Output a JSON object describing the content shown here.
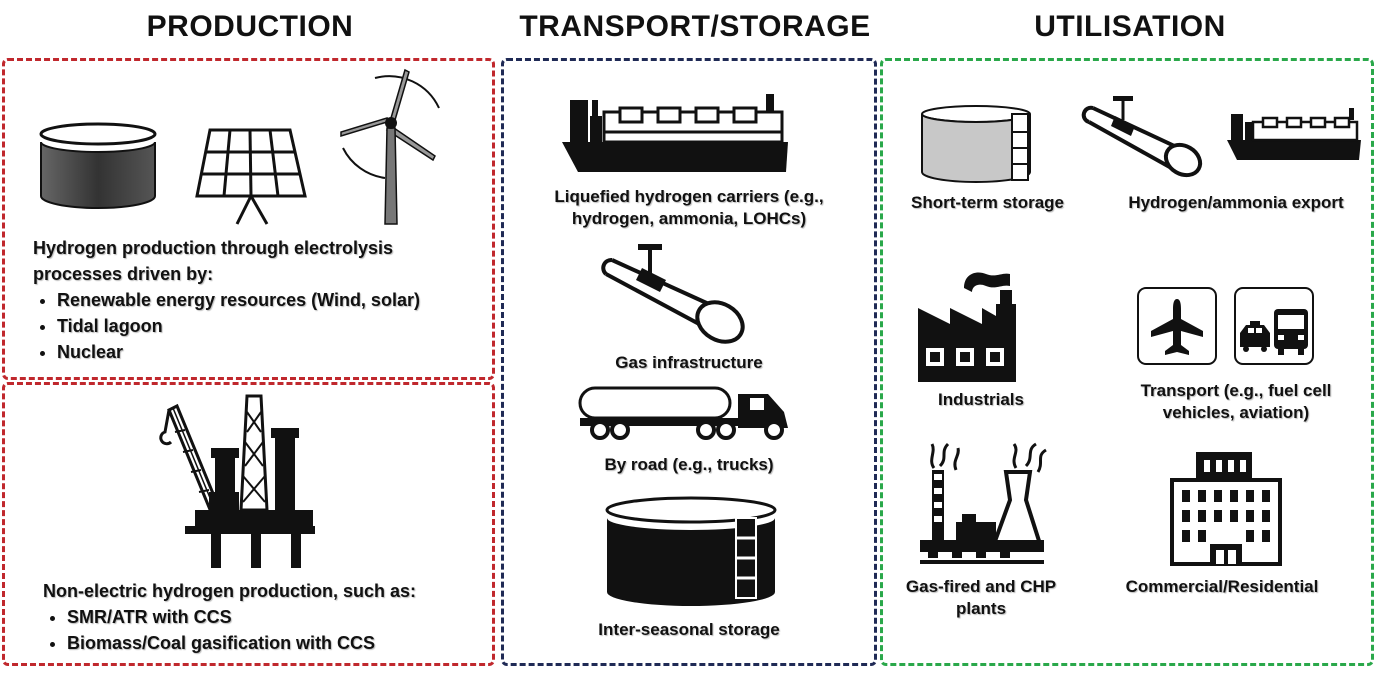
{
  "colors": {
    "production": "#c0282d",
    "transport": "#1f2a55",
    "utilisation": "#2aa84a"
  },
  "production": {
    "heading": "PRODUCTION",
    "electrolysis": {
      "intro_line1": "Hydrogen production through electrolysis",
      "intro_line2": "processes driven by:",
      "items": [
        "Renewable energy resources (Wind, solar)",
        "Tidal lagoon",
        "Nuclear"
      ]
    },
    "non_electric": {
      "intro": "Non-electric hydrogen production, such as:",
      "items": [
        "SMR/ATR with CCS",
        "Biomass/Coal gasification with CCS"
      ]
    }
  },
  "transport": {
    "heading": "TRANSPORT/STORAGE",
    "carriers_line1": "Liquefied hydrogen carriers (e.g.,",
    "carriers_line2": "hydrogen, ammonia, LOHCs)",
    "gas_infra": "Gas infrastructure",
    "road": "By road (e.g., trucks)",
    "interseasonal": "Inter-seasonal storage"
  },
  "utilisation": {
    "heading": "UTILISATION",
    "short_term": "Short-term storage",
    "export": "Hydrogen/ammonia export",
    "industrials": "Industrials",
    "transport_line1": "Transport (e.g., fuel cell",
    "transport_line2": "vehicles, aviation)",
    "gas_fired_line1": "Gas-fired and CHP",
    "gas_fired_line2": "plants",
    "commercial": "Commercial/Residential"
  }
}
